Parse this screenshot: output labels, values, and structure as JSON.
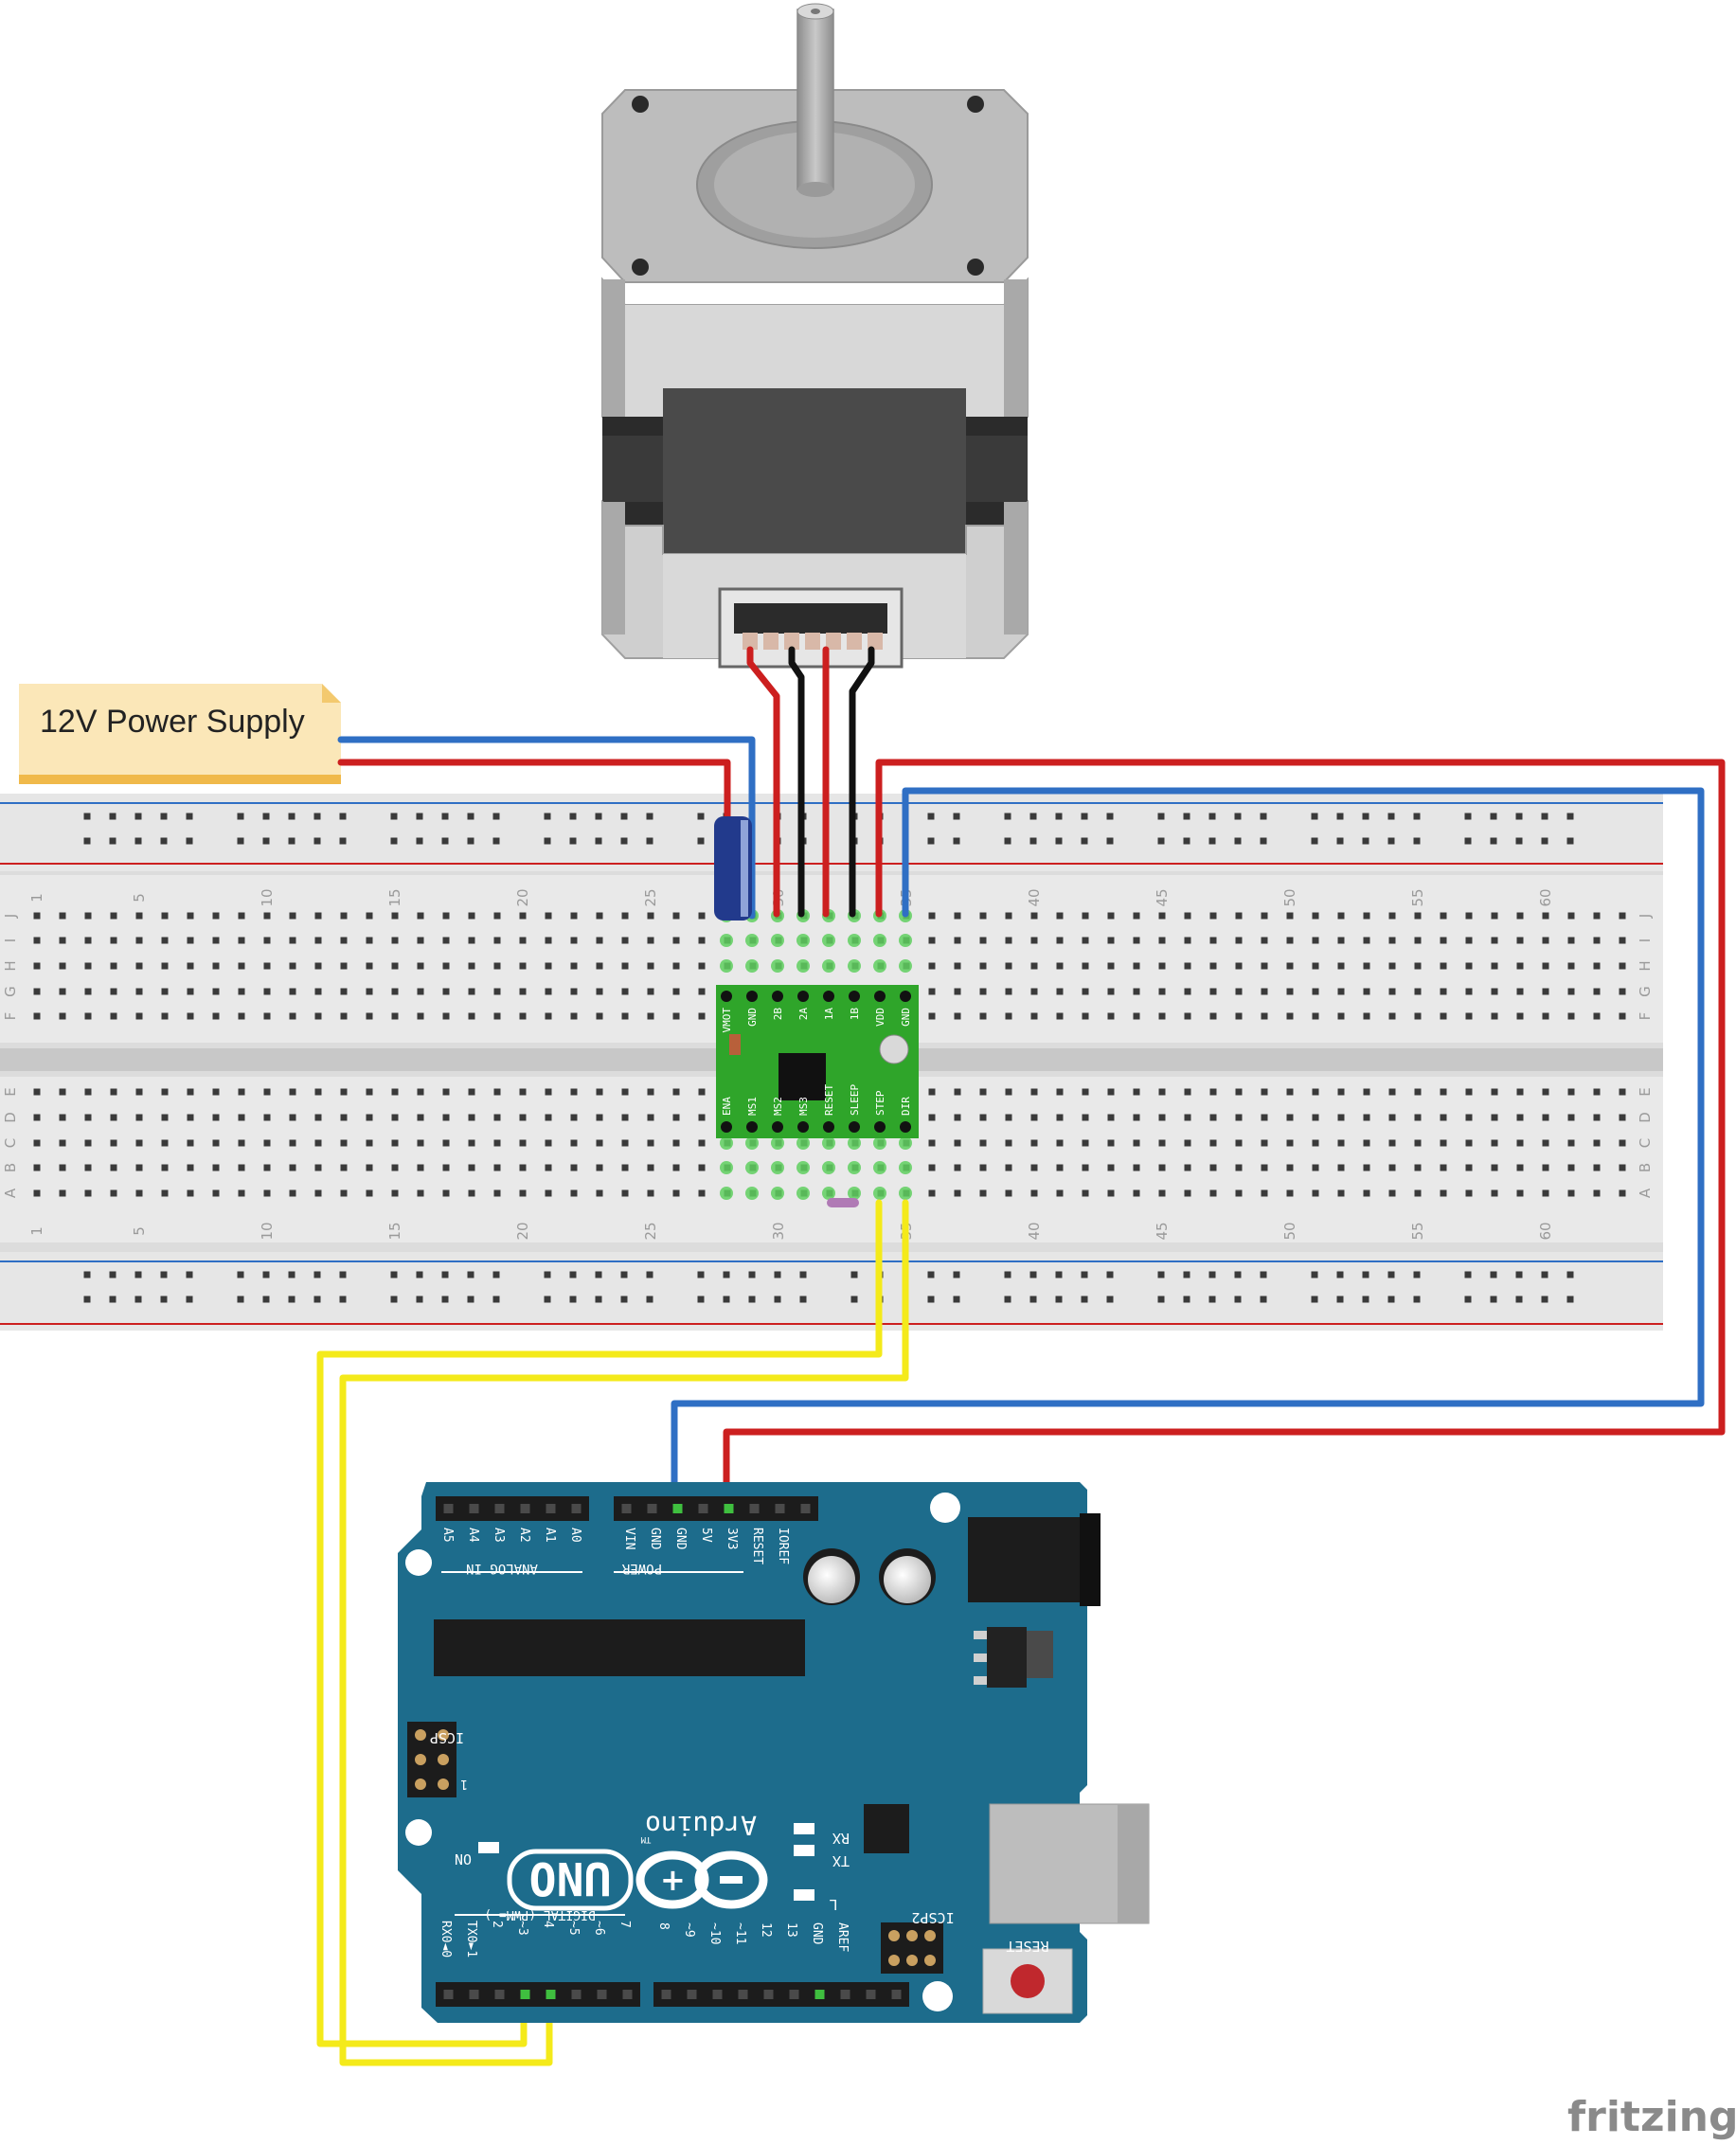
{
  "power_label": "12V Power Supply",
  "watermark": "fritzing",
  "breadboard": {
    "row_letters_top": [
      "J",
      "I",
      "H",
      "G",
      "F"
    ],
    "row_letters_bottom": [
      "E",
      "D",
      "C",
      "B",
      "A"
    ],
    "column_numbers": [
      "1",
      "5",
      "10",
      "15",
      "20",
      "25",
      "30",
      "35",
      "40",
      "45",
      "50",
      "55",
      "60"
    ]
  },
  "driver": {
    "top_pins": [
      "VMOT",
      "GND",
      "2B",
      "2A",
      "1A",
      "1B",
      "VDD",
      "GND"
    ],
    "bottom_pins": [
      "ENA",
      "MS1",
      "MS2",
      "MS3",
      "RESET",
      "SLEEP",
      "STEP",
      "DIR"
    ]
  },
  "arduino": {
    "analog_pins": [
      "A5",
      "A4",
      "A3",
      "A2",
      "A1",
      "A0"
    ],
    "analog_label": "ANALOG IN",
    "power_pins": [
      "VIN",
      "GND",
      "GND",
      "5V",
      "3V3",
      "RESET",
      "IOREF"
    ],
    "power_label": "POWER",
    "digital_low": [
      "RX0◄0",
      "TX0►1",
      "2",
      "~3",
      "4",
      "~5",
      "~6",
      "7"
    ],
    "digital_high": [
      "8",
      "~9",
      "~10",
      "~11",
      "12",
      "13",
      "GND",
      "AREF"
    ],
    "digital_label": "DIGITAL (PWM=~)",
    "brand": "Arduino",
    "trademark": "TM",
    "model": "UNO",
    "icsp": "ICSP",
    "icsp2": "ICSP2",
    "led_on": "ON",
    "led_rx": "RX",
    "led_tx": "TX",
    "led_l": "L",
    "reset": "RESET",
    "icsp_pin1": "1"
  },
  "colors": {
    "wire_red": "#cc1f1f",
    "wire_blue": "#2f6fc4",
    "wire_black": "#111111",
    "wire_yellow": "#f4ea1a",
    "arduino_board": "#1d6c8c",
    "driver_board": "#2fa52a",
    "power_note": "#fbe7b8"
  }
}
